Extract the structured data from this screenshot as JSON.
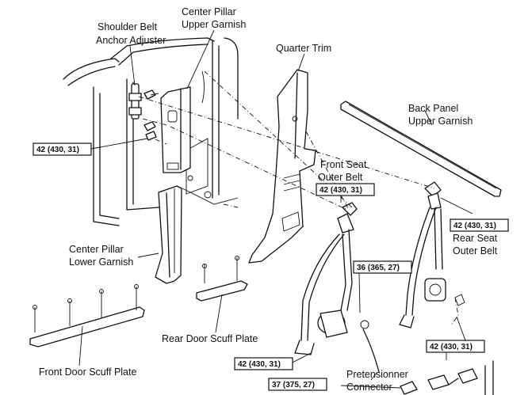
{
  "labels": {
    "shoulder_belt_anchor_adjuster": [
      "Shoulder Belt",
      "Anchor Adjuster"
    ],
    "center_pillar_upper_garnish": [
      "Center Pillar",
      "Upper Garnish"
    ],
    "quarter_trim": [
      "Quarter Trim"
    ],
    "back_panel_upper_garnish": [
      "Back Panel",
      "Upper Garnish"
    ],
    "front_seat_outer_belt": [
      "Front Seat",
      "Outer Belt"
    ],
    "rear_seat_outer_belt": [
      "Rear Seat",
      "Outer Belt"
    ],
    "center_pillar_lower_garnish": [
      "Center Pillar",
      "Lower Garnish"
    ],
    "rear_door_scuff_plate": [
      "Rear Door Scuff Plate"
    ],
    "front_door_scuff_plate": [
      "Front Door Scuff Plate"
    ],
    "pretensioner_connector": [
      "Pretensionner",
      "Connector"
    ]
  },
  "torque_specs": {
    "anchor_adjuster": "42 (430, 31)",
    "front_belt_upper": "42 (430, 31)",
    "rear_belt_upper": "42 (430, 31)",
    "retractor": "36 (365, 27)",
    "front_belt_lower": "42 (430, 31)",
    "rear_belt_lower": "42 (430, 31)",
    "pretensioner": "37 (375, 27)"
  }
}
